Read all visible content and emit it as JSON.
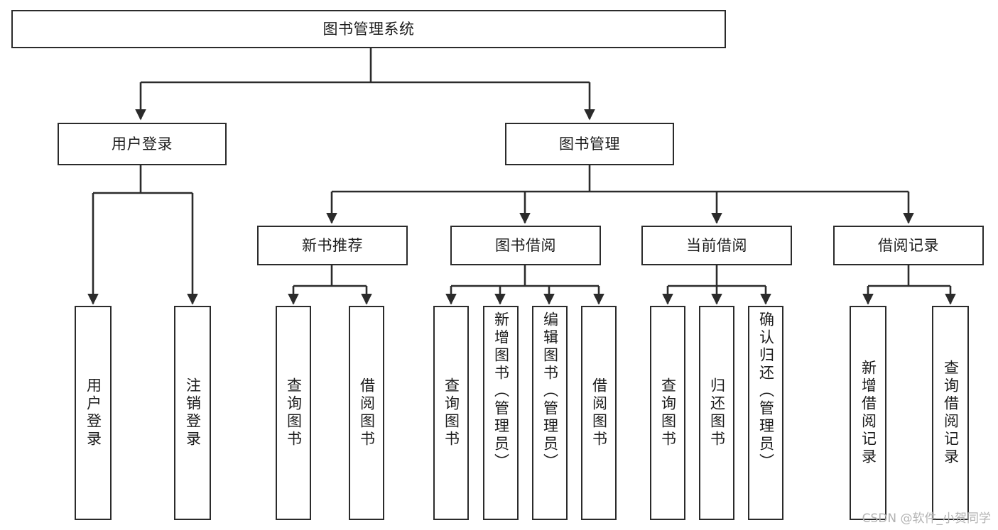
{
  "diagram": {
    "title": "图书管理系统",
    "type": "tree",
    "colors": {
      "stroke": "#2b2b2b",
      "fill": "#ffffff",
      "text": "#1c1c1c",
      "watermark": "#b3b3b3"
    },
    "root": {
      "label": "图书管理系统"
    },
    "level1": [
      {
        "id": "user-login",
        "label": "用户登录"
      },
      {
        "id": "book-manage",
        "label": "图书管理"
      }
    ],
    "level2": [
      {
        "id": "new-book-recommend",
        "label": "新书推荐",
        "parent": "book-manage"
      },
      {
        "id": "book-borrow",
        "label": "图书借阅",
        "parent": "book-manage"
      },
      {
        "id": "current-borrow",
        "label": "当前借阅",
        "parent": "book-manage"
      },
      {
        "id": "borrow-record",
        "label": "借阅记录",
        "parent": "book-manage"
      }
    ],
    "leaves": [
      {
        "id": "leaf-user-login",
        "label": "用户登录",
        "parent": "user-login"
      },
      {
        "id": "leaf-logout",
        "label": "注销登录",
        "parent": "user-login"
      },
      {
        "id": "leaf-query-book-1",
        "label": "查询图书",
        "parent": "new-book-recommend"
      },
      {
        "id": "leaf-borrow-book-1",
        "label": "借阅图书",
        "parent": "new-book-recommend"
      },
      {
        "id": "leaf-query-book-2",
        "label": "查询图书",
        "parent": "book-borrow"
      },
      {
        "id": "leaf-add-book",
        "label": "新增图书（管理员）",
        "parent": "book-borrow"
      },
      {
        "id": "leaf-edit-book",
        "label": "编辑图书（管理员）",
        "parent": "book-borrow"
      },
      {
        "id": "leaf-borrow-book-2",
        "label": "借阅图书",
        "parent": "book-borrow"
      },
      {
        "id": "leaf-query-book-3",
        "label": "查询图书",
        "parent": "current-borrow"
      },
      {
        "id": "leaf-return-book",
        "label": "归还图书",
        "parent": "current-borrow"
      },
      {
        "id": "leaf-confirm-return",
        "label": "确认归还（管理员）",
        "parent": "current-borrow"
      },
      {
        "id": "leaf-add-record",
        "label": "新增借阅记录",
        "parent": "borrow-record"
      },
      {
        "id": "leaf-query-record",
        "label": "查询借阅记录",
        "parent": "borrow-record"
      }
    ]
  },
  "watermark": {
    "text": "CSDN @软件_小贺同学"
  }
}
